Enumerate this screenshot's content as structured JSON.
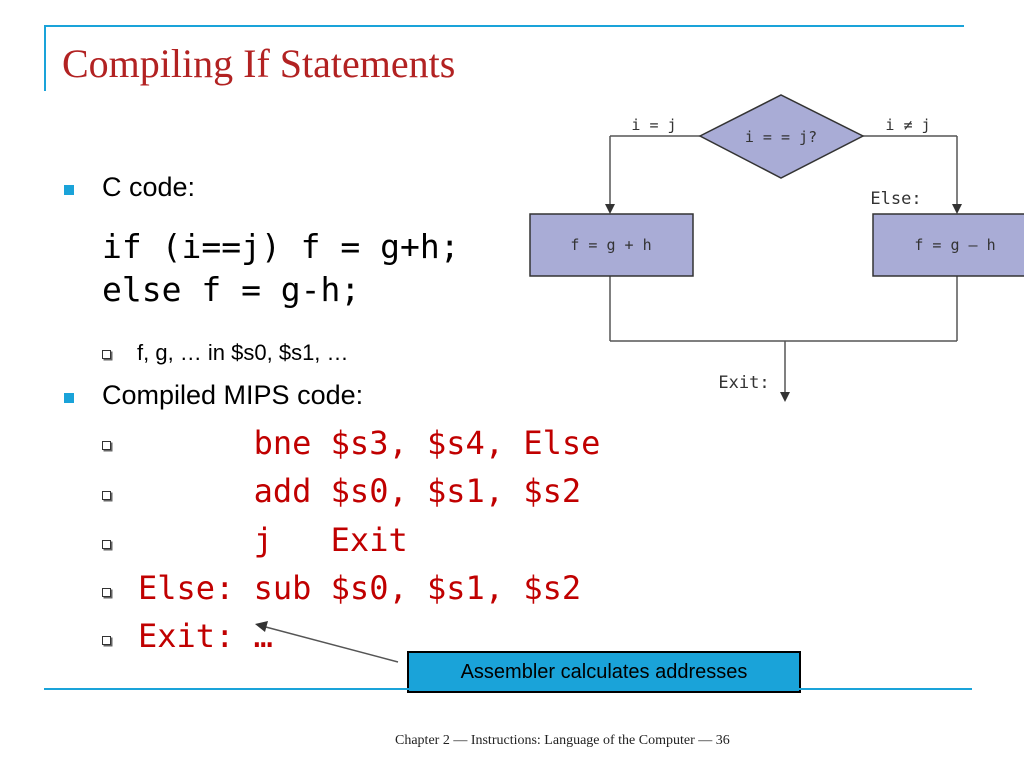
{
  "slide": {
    "title": "Compiling If Statements",
    "footer": "Chapter 2 — Instructions: Language of the Computer — 36",
    "accent_color": "#1aa3d9",
    "title_color": "#b22222",
    "code_color": "#c00000"
  },
  "bullets": {
    "c_code_label": "C code:",
    "c_code_line1": "if (i==j) f = g+h;",
    "c_code_line2": "else f = g-h;",
    "sub_note": "f, g, … in $s0, $s1, …",
    "mips_label": "Compiled MIPS code:"
  },
  "mips": [
    "      bne $s3, $s4, Else",
    "      add $s0, $s1, $s2",
    "      j   Exit",
    "Else: sub $s0, $s1, $s2",
    "Exit: …"
  ],
  "callout": {
    "text": "Assembler calculates addresses"
  },
  "flowchart": {
    "condition": "i = = j?",
    "true_label": "i = j",
    "false_label": "i ≠ j",
    "then_box": "f = g + h",
    "else_box": "f = g – h",
    "else_label": "Else:",
    "exit_label": "Exit:",
    "box_fill": "#a9acd6",
    "diamond_fill": "#a9acd6"
  }
}
